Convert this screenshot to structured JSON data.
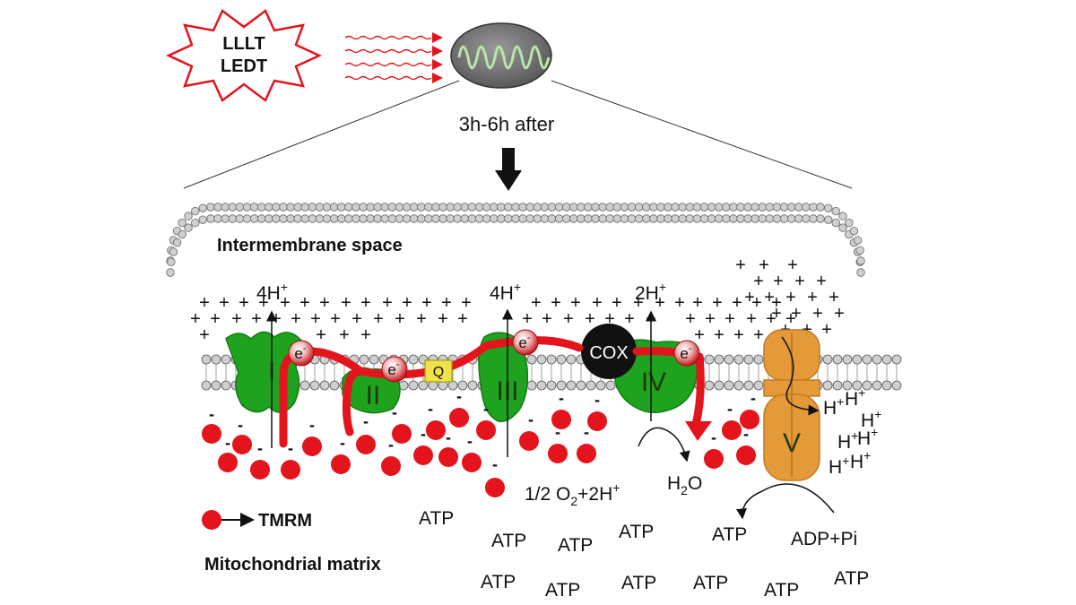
{
  "light_source": {
    "line1": "LLLT",
    "line2": "LEDT"
  },
  "time_label": "3h-6h after",
  "intermembrane_label": "Intermembrane space",
  "matrix_label": "Mitochondrial matrix",
  "legend_label": "TMRM",
  "electron_label": "e",
  "electron_sup": "-",
  "complexes": {
    "c1": "I",
    "c2": "II",
    "c3": "III",
    "c4": "IV",
    "c5": "V",
    "q": "Q",
    "cox": "COX"
  },
  "proton_pumps": {
    "p1": {
      "base": "4H",
      "sup": "+"
    },
    "p3": {
      "base": "4H",
      "sup": "+"
    },
    "p4": {
      "base": "2H",
      "sup": "+"
    }
  },
  "h_plus": {
    "base": "H",
    "sup": "+"
  },
  "reaction": {
    "half": "1/2 O",
    "sub": "2",
    "plus": "+2H",
    "sup": "+"
  },
  "water": {
    "h": "H",
    "sub": "2",
    "o": "O"
  },
  "adp": "ADP+Pi",
  "atp": "ATP",
  "colors": {
    "complex_green": "#1fa31f",
    "complex_v_orange": "#e59a3a",
    "electron_red": "#e3141b",
    "q_yellow": "#f2e24a",
    "membrane_gray": "#c9c9c9"
  }
}
